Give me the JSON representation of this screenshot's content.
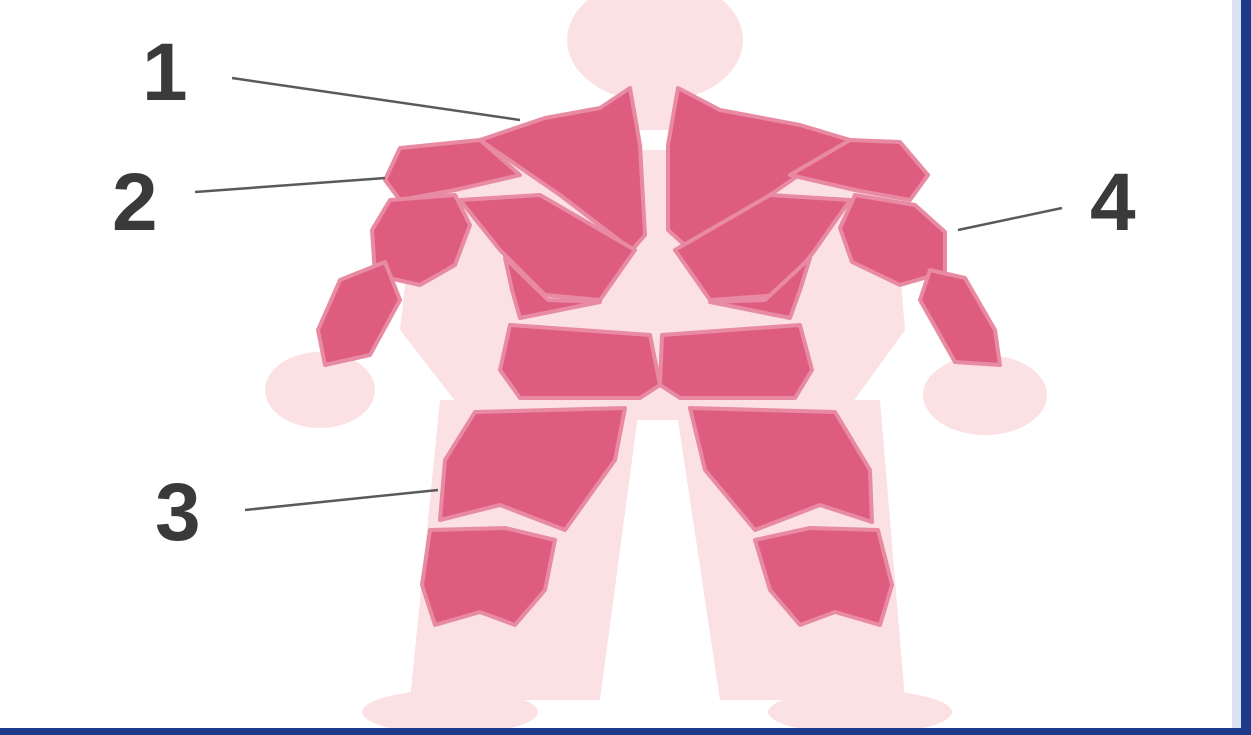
{
  "labels": [
    {
      "id": "1",
      "text": "1"
    },
    {
      "id": "2",
      "text": "2"
    },
    {
      "id": "3",
      "text": "3"
    },
    {
      "id": "4",
      "text": "4"
    }
  ],
  "colors": {
    "muscle": "#de5d7e",
    "muscle_edge": "#e47e98",
    "skin": "#fbe0e3",
    "skin_light": "#fdebee",
    "label": "#3a3a3a",
    "leader": "#555555",
    "frame": "#1f3a8a"
  }
}
